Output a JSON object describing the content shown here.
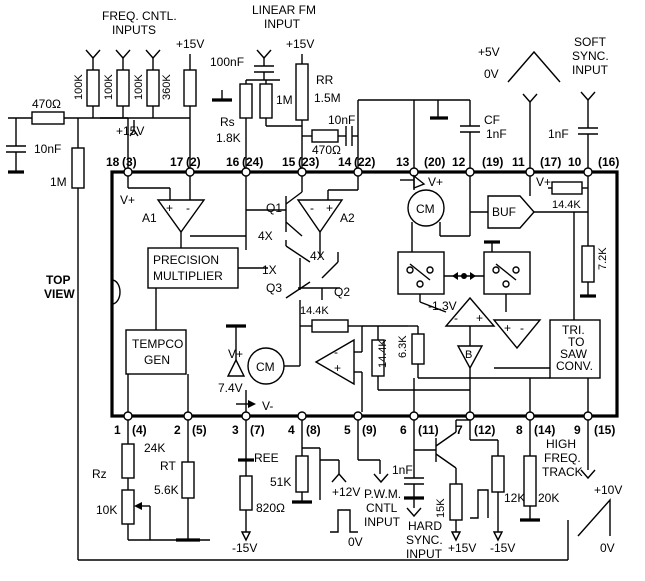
{
  "labels": {
    "freq_cntl_inputs_1": "FREQ. CNTL.",
    "freq_cntl_inputs_2": "INPUTS",
    "linear_fm_1": "LINEAR FM",
    "linear_fm_2": "INPUT",
    "soft_sync_1": "SOFT",
    "soft_sync_2": "SYNC.",
    "soft_sync_3": "INPUT",
    "top_view_1": "TOP",
    "top_view_2": "VIEW",
    "pwm_1": "P.W.M.",
    "pwm_2": "CNTL",
    "pwm_3": "INPUT",
    "hard_sync_1": "HARD",
    "hard_sync_2": "SYNC.",
    "hard_sync_3": "INPUT",
    "hf_track_1": "HIGH",
    "hf_track_2": "FREQ.",
    "hf_track_3": "TRACK"
  },
  "components": {
    "r_470_left": "470Ω",
    "c_10nf_left": "10nF",
    "r_1m_left": "1M",
    "r_100k_a": "100K",
    "r_100k_b": "100K",
    "r_100k_c": "100K",
    "r_360k": "360K",
    "plus15_top1": "+15V",
    "plus15_top2": "+15V",
    "plus15_top3": "+15V",
    "c_100nf": "100nF",
    "rs": "Rs",
    "rs_val": "1.8K",
    "r_1m_mid": "1M",
    "rr": "RR",
    "rr_val": "1.5M",
    "r_470_mid": "470Ω",
    "c_10nf_mid": "10nF",
    "cf": "CF",
    "cf_val": "1nF",
    "c_1nf_soft": "1nF",
    "plus5v": "+5V",
    "zero_v_top": "0V",
    "rz": "Rz",
    "r_24k": "24K",
    "r_10k": "10K",
    "rt": "RT",
    "r_5_6k": "5.6K",
    "ree": "REE",
    "r_820": "820Ω",
    "minus15_ree": "-15V",
    "r_51k": "51K",
    "plus12v": "+12V",
    "zero_v_pwm": "0V",
    "c_1nf_hard": "1nF",
    "r_15k": "15K",
    "plus15_bot": "+15V",
    "minus15_bot": "-15V",
    "r_12k": "12K",
    "r_20k": "20K",
    "plus10v": "+10V",
    "zero_v_bot": "0V"
  },
  "internal": {
    "a1": "A1",
    "a2": "A2",
    "vplus_a1": "V+",
    "precision_1": "PRECISION",
    "precision_2": "MULTIPLIER",
    "tempco_1": "TEMPCO",
    "tempco_2": "GEN",
    "q1": "Q1",
    "q2": "Q2",
    "q3": "Q3",
    "x4_a": "4X",
    "x4_b": "4X",
    "x1": "1X",
    "cm_top": "CM",
    "cm_bottom": "CM",
    "buf": "BUF",
    "r_14_4k_a": "14.4K",
    "r_14_4k_b": "14.4K",
    "r_14_4k_c": "14.4K",
    "r_6_3k": "6.3K",
    "r_7_2k": "7.2K",
    "neg_1_3v": "-1.3V",
    "b_label": "B",
    "tri_1": "TRI.",
    "tri_2": "TO",
    "tri_3": "SAW",
    "tri_4": "CONV.",
    "v74": "7.4V",
    "vplus_cm": "V+",
    "vminus": "V-",
    "vplus_mid": "V+",
    "vplus_buf": "V+"
  },
  "pins_top": [
    {
      "num": "18",
      "alt": "(3)"
    },
    {
      "num": "17",
      "alt": "(2)"
    },
    {
      "num": "16",
      "alt": "(24)"
    },
    {
      "num": "15",
      "alt": "(23)"
    },
    {
      "num": "14",
      "alt": "(22)"
    },
    {
      "num": "13",
      "alt": "(20)"
    },
    {
      "num": "12",
      "alt": "(19)"
    },
    {
      "num": "11",
      "alt": "(17)"
    },
    {
      "num": "10",
      "alt": "(16)"
    }
  ],
  "pins_bottom": [
    {
      "num": "1",
      "alt": "(4)"
    },
    {
      "num": "2",
      "alt": "(5)"
    },
    {
      "num": "3",
      "alt": "(7)"
    },
    {
      "num": "4",
      "alt": "(8)"
    },
    {
      "num": "5",
      "alt": "(9)"
    },
    {
      "num": "6",
      "alt": "(11)"
    },
    {
      "num": "7",
      "alt": "(12)"
    },
    {
      "num": "8",
      "alt": "(14)"
    },
    {
      "num": "9",
      "alt": "(15)"
    }
  ]
}
